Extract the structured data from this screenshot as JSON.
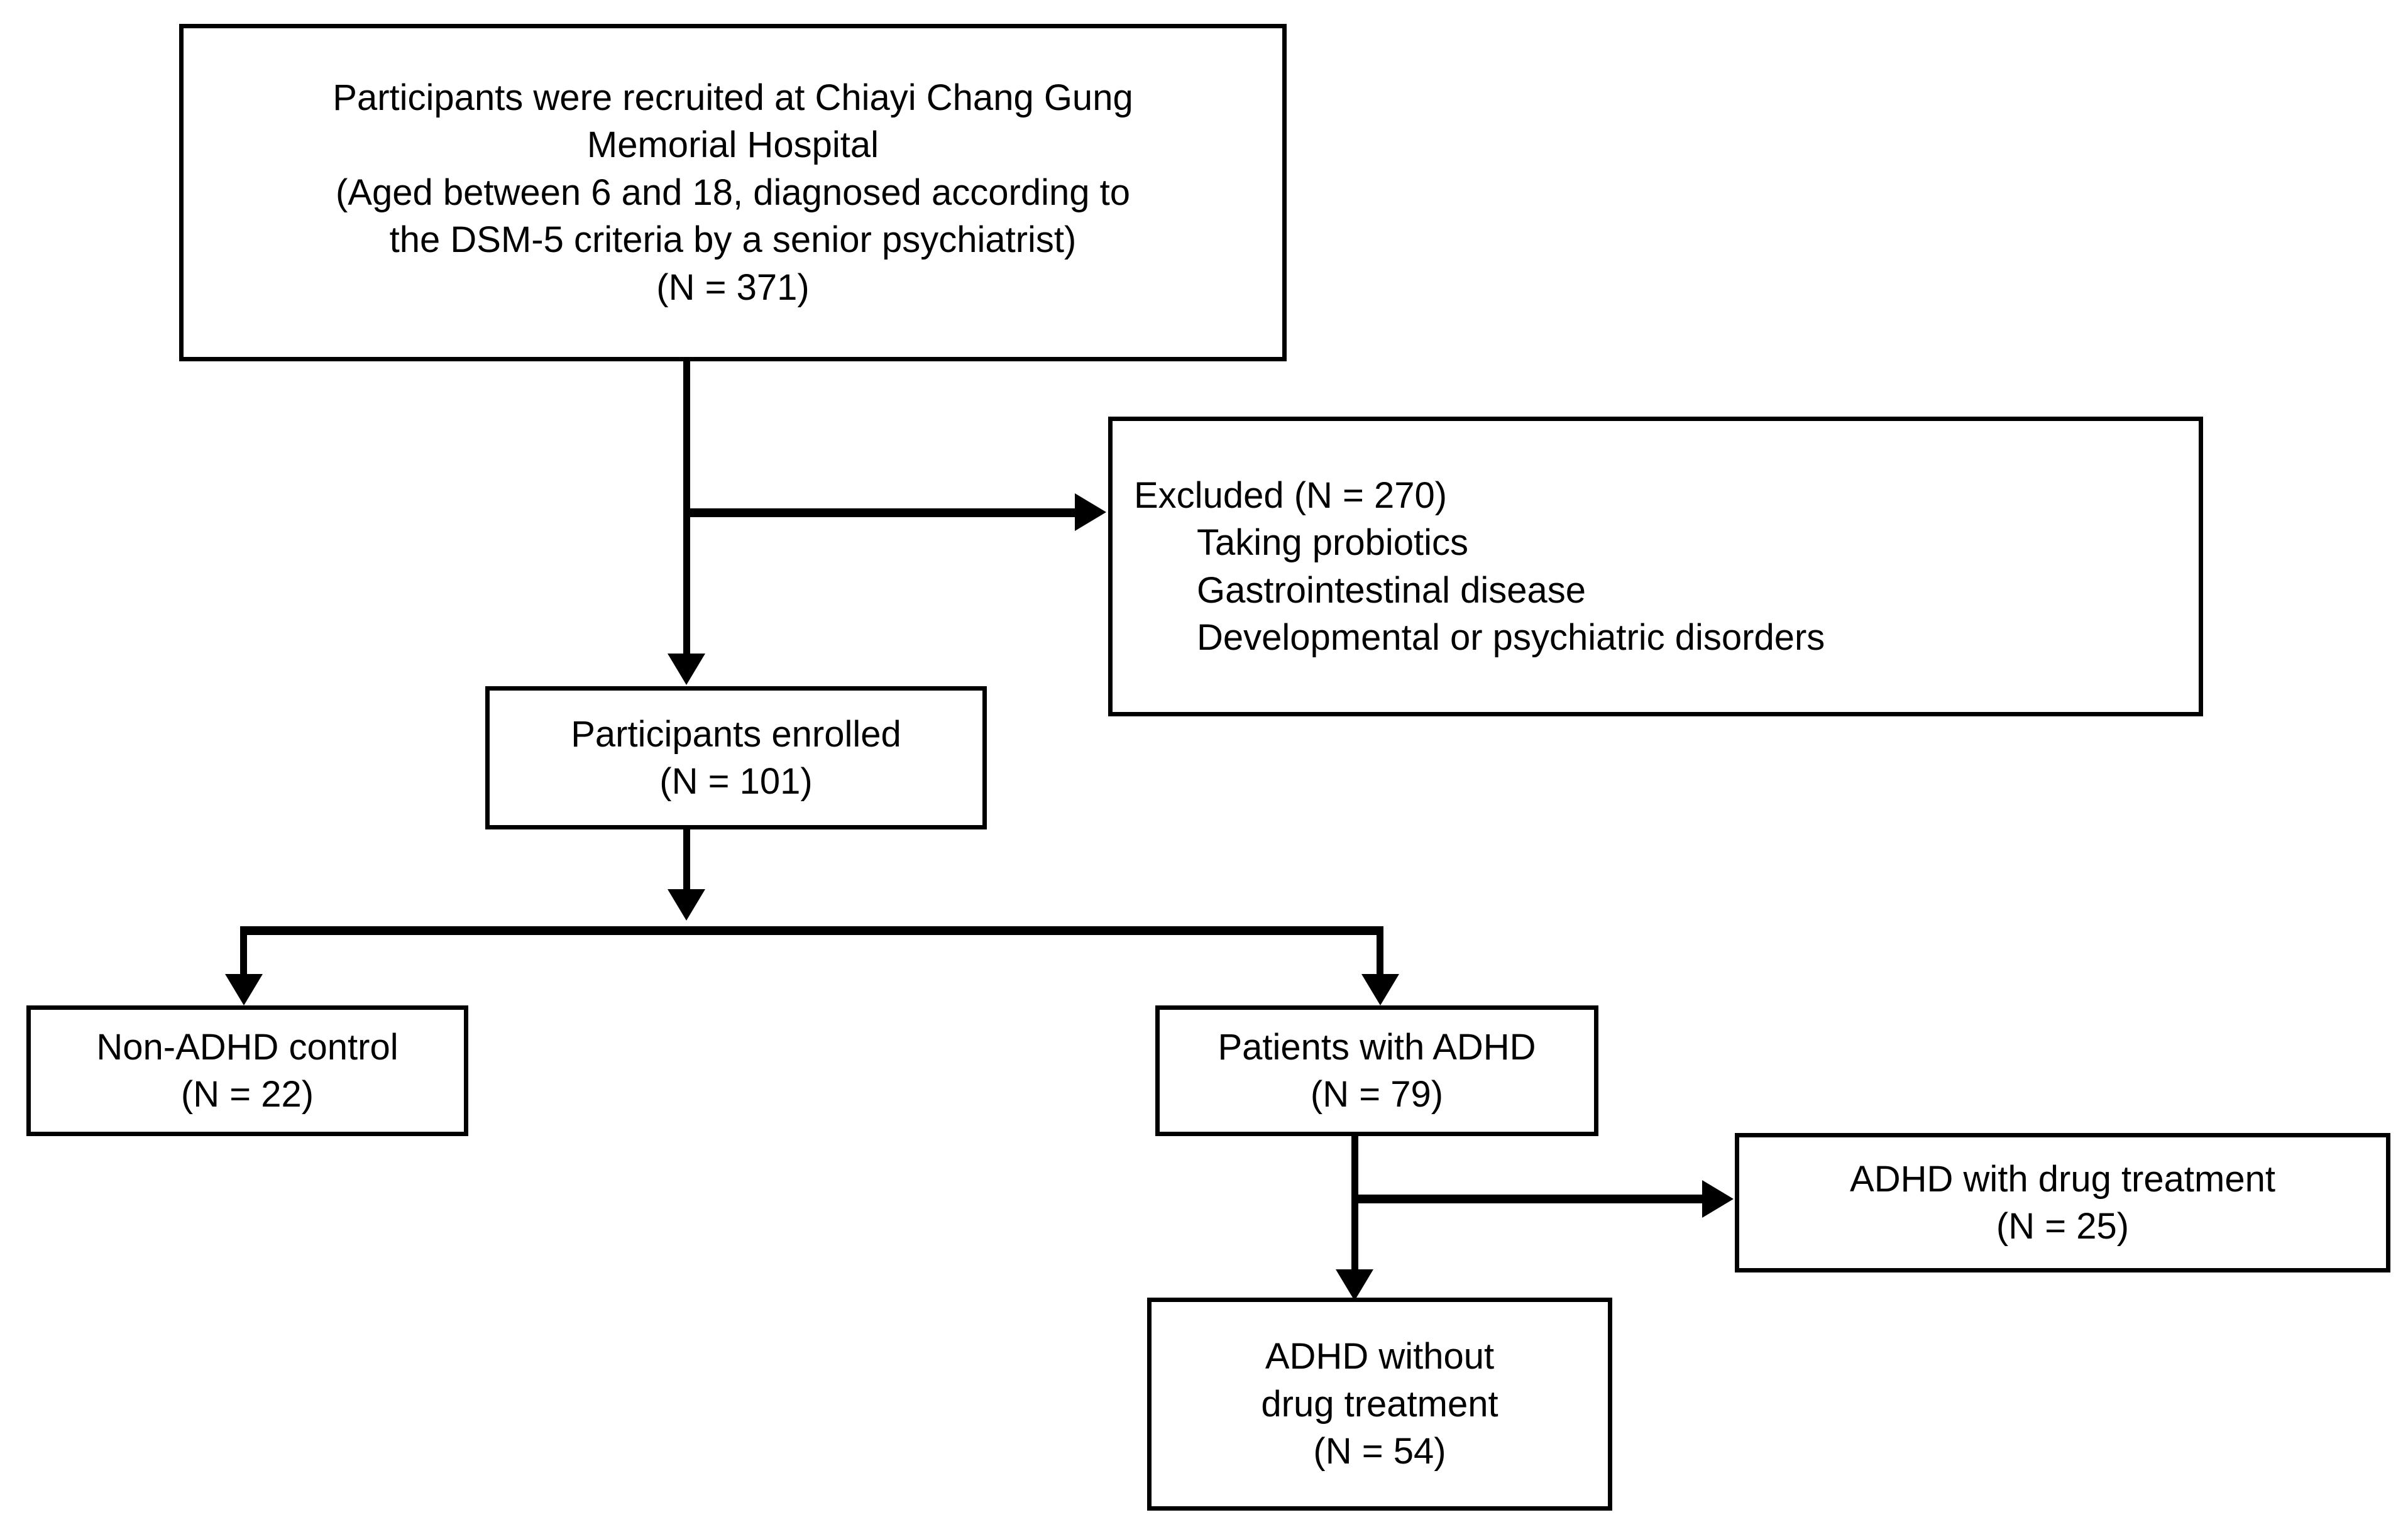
{
  "diagram": {
    "title": "Participant recruitment and enrollment flow diagram",
    "line_color": "#000000",
    "box_border_color": "#000000",
    "background_color": "#ffffff"
  },
  "boxes": {
    "recruited": {
      "name": "recruited-box",
      "lines": [
        "Participants were recruited at Chiayi Chang Gung",
        "Memorial Hospital",
        "(Aged between 6 and 18, diagnosed according to",
        "the DSM-5 criteria by a senior psychiatrist)",
        "(N = 371)"
      ],
      "n": 371
    },
    "excluded": {
      "name": "excluded-box",
      "heading": "Excluded (N = 270)",
      "n": 270,
      "reasons": [
        "Taking probiotics",
        "Gastrointestinal disease",
        "Developmental or psychiatric disorders"
      ]
    },
    "enrolled": {
      "name": "enrolled-box",
      "lines": [
        "Participants enrolled",
        "(N = 101)"
      ],
      "n": 101
    },
    "control": {
      "name": "non-adhd-control-box",
      "lines": [
        "Non-ADHD control",
        "(N = 22)"
      ],
      "n": 22
    },
    "adhd": {
      "name": "patients-with-adhd-box",
      "lines": [
        "Patients with ADHD",
        "(N = 79)"
      ],
      "n": 79
    },
    "adhd_drug": {
      "name": "adhd-with-drug-treatment-box",
      "lines": [
        "ADHD with drug treatment",
        "(N = 25)"
      ],
      "n": 25
    },
    "adhd_nodrug": {
      "name": "adhd-without-drug-treatment-box",
      "lines": [
        "ADHD without",
        "drug treatment",
        "(N = 54)"
      ],
      "n": 54
    }
  },
  "chart_data": {
    "type": "diagram",
    "title": "Participant flow",
    "nodes": [
      {
        "id": "recruited",
        "label": "Participants were recruited at Chiayi Chang Gung Memorial Hospital (Aged between 6 and 18, diagnosed according to the DSM-5 criteria by a senior psychiatrist)",
        "n": 371
      },
      {
        "id": "excluded",
        "label": "Excluded",
        "n": 270,
        "reasons": [
          "Taking probiotics",
          "Gastrointestinal disease",
          "Developmental or psychiatric disorders"
        ]
      },
      {
        "id": "enrolled",
        "label": "Participants enrolled",
        "n": 101
      },
      {
        "id": "control",
        "label": "Non-ADHD control",
        "n": 22
      },
      {
        "id": "adhd",
        "label": "Patients with ADHD",
        "n": 79
      },
      {
        "id": "adhd_drug",
        "label": "ADHD with drug treatment",
        "n": 25
      },
      {
        "id": "adhd_nodrug",
        "label": "ADHD without drug treatment",
        "n": 54
      }
    ],
    "edges": [
      {
        "from": "recruited",
        "to": "excluded"
      },
      {
        "from": "recruited",
        "to": "enrolled"
      },
      {
        "from": "enrolled",
        "to": "control"
      },
      {
        "from": "enrolled",
        "to": "adhd"
      },
      {
        "from": "adhd",
        "to": "adhd_drug"
      },
      {
        "from": "adhd",
        "to": "adhd_nodrug"
      }
    ]
  }
}
